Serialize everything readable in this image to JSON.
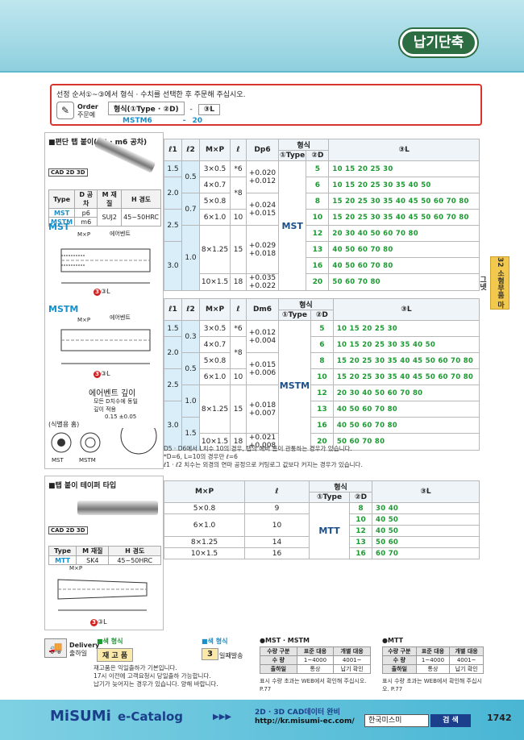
{
  "page": {
    "title": "납기단축",
    "page_number": "1742",
    "tab_number": "32",
    "tab_label": "소형부품 마그넷"
  },
  "order": {
    "instruction": "선정 순서①~③에서 형식 · 수치를 선택한 후 주문해 주십시오.",
    "label": "Order",
    "label_ko": "주문예",
    "cell1": "형식(①Type · ②D)",
    "dash": "-",
    "cell2": "③L",
    "ex1": "MSTM6",
    "ex_dash": "-",
    "ex2": "20"
  },
  "sec1": {
    "title": "■편단 탭 붙이(p6 · m6 공차)",
    "cad": "CAD 2D 3D",
    "spec_headers": [
      "Type",
      "D 공차",
      "M 재질",
      "H 경도"
    ],
    "spec_rows": [
      [
        "MST",
        "p6",
        "SUJ2",
        "45~50HRC"
      ],
      [
        "MSTM",
        "m6",
        "",
        ""
      ]
    ],
    "mst_label": "MST",
    "mstm_label": "MSTM",
    "eo_vent": "에어벤트",
    "eo_vent2": "에어벤트",
    "mxp": "M×P",
    "mxp2": "M×P",
    "l_label": "③L",
    "l_label2": "③L",
    "depth_title": "에어벤트 깊이",
    "depth_note": "모든 D치수에 동일 깊이 적용",
    "depth_val": "0.15 ±0.05",
    "ident": "(식별용 홈)",
    "mst_small": "MST",
    "mstm_small": "MSTM"
  },
  "t1": {
    "headers": [
      "ℓ1",
      "ℓ2",
      "M×P",
      "ℓ",
      "Dp6",
      "형식",
      "③L"
    ],
    "type_h": "①Type",
    "d_h": "②D",
    "type": "MST",
    "rows": [
      {
        "l1": "1.5",
        "l2": "0.5",
        "mp": "3×0.5",
        "l": "*6",
        "tol": "+0.020\n+0.012",
        "d": "5",
        "lens": "10  15  20  25  30"
      },
      {
        "l1": "",
        "l2": "",
        "mp": "4×0.7",
        "l": "*8",
        "tol": "",
        "d": "6",
        "lens": "10  15  20  25  30  35  40        50"
      },
      {
        "l1": "2.0",
        "l2": "0.7",
        "mp": "5×0.8",
        "l": "",
        "tol": "+0.024\n+0.015",
        "d": "8",
        "lens": "      15  20  25  30  35  40  45  50  60  70  80"
      },
      {
        "l1": "",
        "l2": "",
        "mp": "6×1.0",
        "l": "10",
        "tol": "",
        "d": "10",
        "lens": "      15  20  25  30  35  40  45  50  60  70  80"
      },
      {
        "l1": "2.5",
        "l2": "1.0",
        "mp": "8×1.25",
        "l": "15",
        "tol": "+0.029\n+0.018",
        "d": "12",
        "lens": "            20        30        40        50  60  70  80"
      },
      {
        "l1": "",
        "l2": "",
        "mp": "",
        "l": "",
        "tol": "",
        "d": "13",
        "lens": "                                     40        50  60  70  80"
      },
      {
        "l1": "3.0",
        "l2": "",
        "mp": "10×1.5",
        "l": "18",
        "tol": "+0.035\n+0.022",
        "d": "16",
        "lens": "                                     40        50  60  70  80"
      },
      {
        "l1": "",
        "l2": "",
        "mp": "",
        "l": "",
        "tol": "",
        "d": "20",
        "lens": "                                                    50  60  70  80"
      }
    ]
  },
  "t2": {
    "headers": [
      "ℓ1",
      "ℓ2",
      "M×P",
      "ℓ",
      "Dm6",
      "형식",
      "③L"
    ],
    "type_h": "①Type",
    "d_h": "②D",
    "type": "MSTM",
    "rows": [
      {
        "l1": "1.5",
        "l2": "0.3",
        "mp": "3×0.5",
        "l": "*6",
        "tol": "+0.012\n+0.004",
        "d": "5",
        "lens": "10  15  20  25  30"
      },
      {
        "l1": "2.0",
        "l2": "",
        "mp": "4×0.7",
        "l": "*8",
        "tol": "",
        "d": "6",
        "lens": "10  15  20  25  30  35  40        50"
      },
      {
        "l1": "",
        "l2": "0.5",
        "mp": "5×0.8",
        "l": "",
        "tol": "+0.015\n+0.006",
        "d": "8",
        "lens": "      15  20  25  30  35  40  45  50  60  70  80"
      },
      {
        "l1": "2.5",
        "l2": "",
        "mp": "6×1.0",
        "l": "10",
        "tol": "",
        "d": "10",
        "lens": "      15  20  25  30  35  40  45  50  60  70  80"
      },
      {
        "l1": "",
        "l2": "1.0",
        "mp": "8×1.25",
        "l": "15",
        "tol": "+0.018\n+0.007",
        "d": "12",
        "lens": "            20        30        40        50  60  70  80"
      },
      {
        "l1": "3.0",
        "l2": "1.5",
        "mp": "",
        "l": "",
        "tol": "",
        "d": "13",
        "lens": "                                     40        50  60  70  80"
      },
      {
        "l1": "",
        "l2": "",
        "mp": "10×1.5",
        "l": "18",
        "tol": "+0.021\n+0.008",
        "d": "16",
        "lens": "                                     40        50  60  70  80"
      },
      {
        "l1": "",
        "l2": "",
        "mp": "",
        "l": "",
        "tol": "",
        "d": "20",
        "lens": "                                                    50  60  70  80"
      }
    ]
  },
  "notes1": [
    "D5 · D6에서 L치수 10의 경우, 탭의 예비 홈이 관통하는 경우가 있습니다.",
    "*D=6, L=10의 경우만 ℓ=6",
    "ℓ1 · ℓ2 치수는 외경의 연마 공정으로 커팅로그 값보다 커지는 경우가 있습니다."
  ],
  "sec2": {
    "title": "■탭 붙이 테이퍼 타입",
    "cad": "CAD 2D 3D",
    "spec_headers": [
      "Type",
      "M 재질",
      "H 경도"
    ],
    "spec_row": [
      "MTT",
      "SK4",
      "45~50HRC"
    ],
    "mxp": "M×P",
    "l_label": "③L"
  },
  "t3": {
    "headers": [
      "M×P",
      "ℓ",
      "형식",
      "③L"
    ],
    "type_h": "①Type",
    "d_h": "②D",
    "type": "MTT",
    "rows": [
      {
        "mp": "5×0.8",
        "l": "9",
        "d": "8",
        "lens": "30        40"
      },
      {
        "mp": "6×1.0",
        "l": "10",
        "d": "10",
        "lens": "            40        50"
      },
      {
        "mp": "",
        "l": "",
        "d": "12",
        "lens": "            40        50"
      },
      {
        "mp": "8×1.25",
        "l": "14",
        "d": "13",
        "lens": "                     50        60"
      },
      {
        "mp": "10×1.5",
        "l": "16",
        "d": "16",
        "lens": "                               60        70"
      }
    ]
  },
  "delivery": {
    "label": "Delivery",
    "label_ko": "출하일",
    "green": "■색 형식",
    "cyan": "■색 형식",
    "stock": "재 고 품",
    "days": "3",
    "days_label": "일째발송",
    "notes": [
      "재고품은 익일출하가 기본입니다.",
      "17시 이전에 고객요청시 당일출하 가능합니다.",
      "납기가 늦어지는 경우가 있습니다. 양해 바랍니다."
    ]
  },
  "qty1": {
    "title": "●MST · MSTM",
    "h": [
      "수량 구분",
      "표준 대응",
      "개별 대응"
    ],
    "r1": [
      "수 량",
      "1~4000",
      "4001~"
    ],
    "r2": [
      "출하일",
      "통상",
      "납기 확인"
    ],
    "note": "표시 수량 초과는 WEB에서 확인해 주십시오. P.77"
  },
  "qty2": {
    "title": "●MTT",
    "h": [
      "수량 구분",
      "표준 대응",
      "개별 대응"
    ],
    "r1": [
      "수 량",
      "1~4000",
      "4001~"
    ],
    "r2": [
      "출하일",
      "통상",
      "납기 확인"
    ],
    "note": "표시 수량 초과는 WEB에서 확인해 주십시오. P.77"
  },
  "footer": {
    "brand": "MiSUMi",
    "catalog": "e-Catalog",
    "cad_text": "2D · 3D CAD데이터 완비",
    "url": "http://kr.misumi-ec.com/",
    "search_value": "한국미스미",
    "search_btn": "검 색"
  }
}
